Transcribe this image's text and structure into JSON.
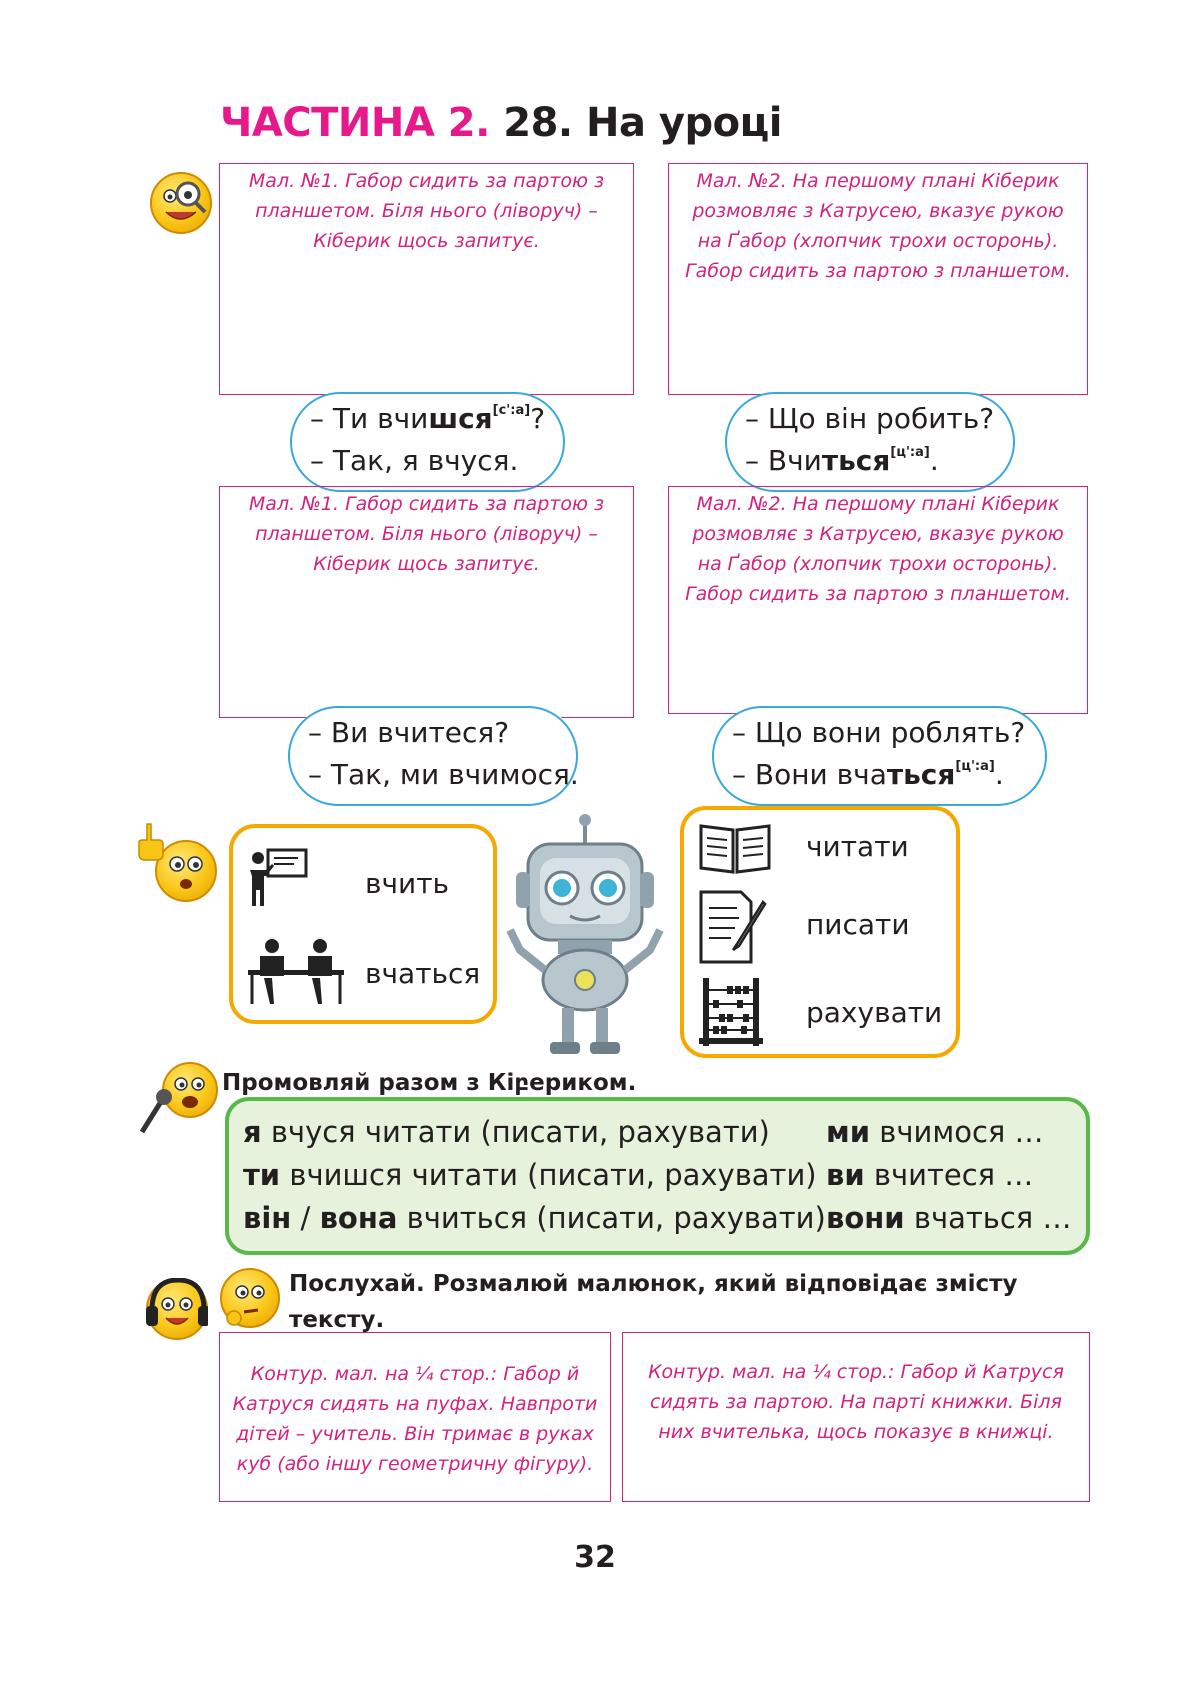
{
  "title": {
    "part": "ЧАСТИНА 2.",
    "lesson": "28. На уроці"
  },
  "placeholders": {
    "p1": "Мал. №1. Габор сидить за партою з планшетом. Біля нього (ліворуч) – Кіберик щось запитує.",
    "p2": "Мал. №2. На першому плані Кіберик розмовляє з Катрусею, вказує рукою на Ґабор (хлопчик трохи осторонь). Габор сидить за партою з планшетом.",
    "p3": "Мал. №1. Габор сидить за партою з планшетом. Біля нього (ліворуч) – Кіберик щось запитує.",
    "p4": "Мал. №2. На першому плані Кіберик розмовляє з Катрусею, вказує рукою на Ґабор (хлопчик трохи осторонь). Габор сидить за партою з планшетом.",
    "p5": "Контур. мал. на ¼ стор.: Габор й Катруся сидять на пуфах. Навпроти дітей – учитель. Він тримає в руках куб (або іншу геометричну фігуру).",
    "p6": "Контур. мал. на ¼ стор.: Габор й Катруся сидять за партою. На парті книжки. Біля них вчителька, щось показує в книжці."
  },
  "dialogs": {
    "d1": {
      "l1_pre": "– Ти вчи",
      "l1_bold": "шся",
      "l1_sup": "[с':а]",
      "l1_post": "?",
      "l2": "– Так, я вчуся."
    },
    "d2": {
      "l1": "– Що він робить?",
      "l2_pre": "– Вчи",
      "l2_bold": "ться",
      "l2_sup": "[ц':а]",
      "l2_post": "."
    },
    "d3": {
      "l1": "– Ви вчитеся?",
      "l2": "– Так, ми вчимося."
    },
    "d4": {
      "l1": "– Що вони роблять?",
      "l2_pre": "– Вони вча",
      "l2_bold": "ться",
      "l2_sup": "[ц':а]",
      "l2_post": "."
    }
  },
  "vocab_left": [
    {
      "icon": "teacher-icon",
      "word": "вчить"
    },
    {
      "icon": "students-icon",
      "word": "вчаться"
    }
  ],
  "vocab_right": [
    {
      "icon": "book-icon",
      "word": "читати"
    },
    {
      "icon": "writing-icon",
      "word": "писати"
    },
    {
      "icon": "abacus-icon",
      "word": "рахувати"
    }
  ],
  "speak_instruction": "Промовляй разом з Кіբериком.",
  "conjugation": {
    "r1a_bold": "я",
    "r1a_rest": " вчуся читати (писати, рахувати)",
    "r2a_bold": "ти",
    "r2a_rest": " вчишся читати (писати, рахувати)",
    "r3a_bold1": "він",
    "r3a_sep": " / ",
    "r3a_bold2": "вона",
    "r3a_rest": " вчиться (писати, рахувати)",
    "r1b_bold": "ми",
    "r1b_rest": " вчимося …",
    "r2b_bold": "ви",
    "r2b_rest": " вчитеся …",
    "r3b_bold": "вони",
    "r3b_rest": " вчаться …"
  },
  "listen_instruction": {
    "line1": "Послухай. Розмалюй малюнок, який відповідає змісту",
    "line2": "тексту."
  },
  "page_number": "32",
  "colors": {
    "magenta": "#e6198a",
    "cloud_blue": "#3aa8dc",
    "orange": "#f5a800",
    "green": "#57b947",
    "green_fill": "#e6f2dc"
  }
}
